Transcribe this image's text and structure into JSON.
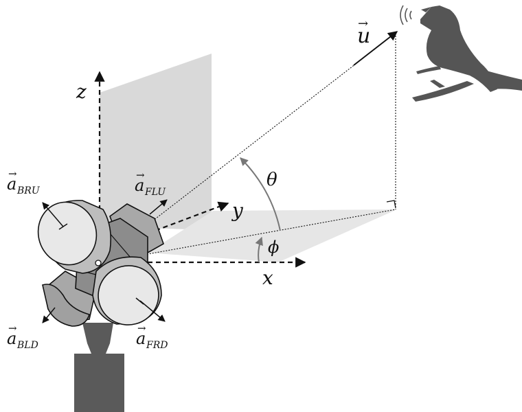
{
  "labels": {
    "u": "u",
    "z": "z",
    "y": "y",
    "x": "x",
    "theta": "θ",
    "phi": "ϕ",
    "a_bru_base": "a",
    "a_bru_sub": "BRU",
    "a_flu_base": "a",
    "a_flu_sub": "FLU",
    "a_bld_base": "a",
    "a_bld_sub": "BLD",
    "a_frd_base": "a",
    "a_frd_sub": "FRD",
    "vector_arrow": "→"
  },
  "colors": {
    "ink": "#111111",
    "plane": "#d9d9d9",
    "ground": "#e6e6e6",
    "bird": "#555555",
    "mount": "#5a5a5a",
    "capsule_light": "#e8e8e8",
    "capsule_mid": "#a8a8a8",
    "capsule_dark": "#7a7a7a",
    "angle_arc": "#777777"
  },
  "icons": {
    "bird": "bird-icon",
    "sound_waves": "sound-waves-icon",
    "microphone_array": "microphone-array-icon"
  }
}
